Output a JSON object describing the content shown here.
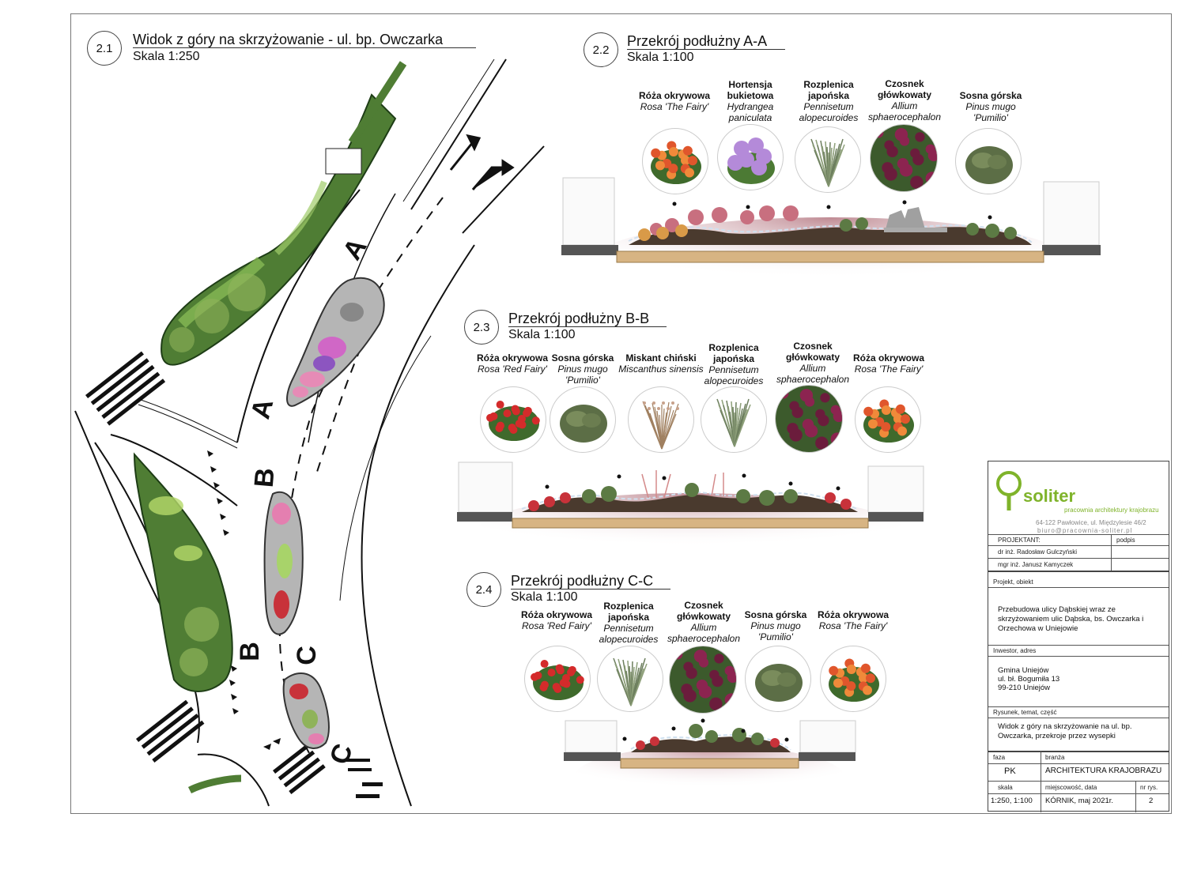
{
  "plan": {
    "number": "2.1",
    "title": "Widok z góry na skrzyżowanie - ul. bp. Owczarka",
    "scale": "Skala 1:250",
    "labels": [
      "A",
      "A",
      "B",
      "B",
      "C",
      "C"
    ]
  },
  "sections": [
    {
      "number": "2.2",
      "title": "Przekrój podłużny A-A",
      "scale": "Skala 1:100",
      "plants": [
        {
          "name": "Róża okrywowa",
          "latin": "Rosa 'The Fairy'",
          "kind": "rose-orange"
        },
        {
          "name": "Hortensja bukietowa",
          "latin": "Hydrangea paniculata",
          "kind": "hydrangea"
        },
        {
          "name": "Rozplenica japońska",
          "latin": "Pennisetum alopecuroides",
          "kind": "grass"
        },
        {
          "name": "Czosnek główkowaty",
          "latin": "Allium sphaerocephalon",
          "kind": "allium"
        },
        {
          "name": "Sosna górska",
          "latin": "Pinus mugo 'Pumilio'",
          "kind": "pine"
        }
      ]
    },
    {
      "number": "2.3",
      "title": "Przekrój podłużny B-B",
      "scale": "Skala 1:100",
      "plants": [
        {
          "name": "Róża okrywowa",
          "latin": "Rosa 'Red Fairy'",
          "kind": "rose-red"
        },
        {
          "name": "Sosna górska",
          "latin": "Pinus mugo 'Pumilio'",
          "kind": "pine"
        },
        {
          "name": "Miskant chiński",
          "latin": "Miscanthus sinensis",
          "kind": "miscanthus"
        },
        {
          "name": "Rozplenica japońska",
          "latin": "Pennisetum alopecuroides",
          "kind": "grass"
        },
        {
          "name": "Czosnek główkowaty",
          "latin": "Allium sphaerocephalon",
          "kind": "allium"
        },
        {
          "name": "Róża okrywowa",
          "latin": "Rosa 'The Fairy'",
          "kind": "rose-orange"
        }
      ]
    },
    {
      "number": "2.4",
      "title": "Przekrój podłużny C-C",
      "scale": "Skala 1:100",
      "plants": [
        {
          "name": "Róża okrywowa",
          "latin": "Rosa 'Red Fairy'",
          "kind": "rose-red"
        },
        {
          "name": "Rozplenica japońska",
          "latin": "Pennisetum alopecuroides",
          "kind": "grass"
        },
        {
          "name": "Czosnek główkowaty",
          "latin": "Allium sphaerocephalon",
          "kind": "allium"
        },
        {
          "name": "Sosna górska",
          "latin": "Pinus mugo 'Pumilio'",
          "kind": "pine"
        },
        {
          "name": "Róża okrywowa",
          "latin": "Rosa 'The Fairy'",
          "kind": "rose-orange"
        }
      ]
    }
  ],
  "title_block": {
    "logo": "soliter",
    "tagline": "pracownia architektury krajobrazu",
    "address": "64-122 Pawłowice, ul. Międzylesie 46/2",
    "email": "biuro@pracownia-soliter.pl",
    "designer_label": "PROJEKTANT:",
    "signature_label": "podpis",
    "designers": [
      "dr inż. Radosław Gulczyński",
      "mgr inż. Janusz Kamyczek"
    ],
    "project_label": "Projekt, obiekt",
    "project": "Przebudowa ulicy Dąbskiej wraz ze skrzyżowaniem ulic Dąbska, bs. Owczarka i Orzechowa w Uniejowie",
    "investor_label": "Inwestor, adres",
    "investor": [
      "Gmina Uniejów",
      "ul. bł. Bogumiła 13",
      "99-210 Uniejów"
    ],
    "drawing_label": "Rysunek, temat, część",
    "drawing": "Widok z góry na skrzyżowanie na ul. bp. Owczarka, przekroje przez wysepki",
    "phase_label": "faza",
    "phase": "PK",
    "branch_label": "branża",
    "branch": "ARCHITEKTURA KRAJOBRAZU",
    "scale_label": "skala",
    "scale": "1:250, 1:100",
    "place_label": "miejscowość, data",
    "place": "KÓRNIK, maj 2021r.",
    "sheet_label": "nr rys.",
    "sheet": "2"
  },
  "colors": {
    "green": "#6e9f3c",
    "dark_green": "#2f5a22",
    "pink": "#e47fb0",
    "purple": "#9b67c8",
    "red": "#c8323a",
    "soil": "#4a3a2e",
    "sand": "#d7b483",
    "logo": "#7fb32a"
  }
}
